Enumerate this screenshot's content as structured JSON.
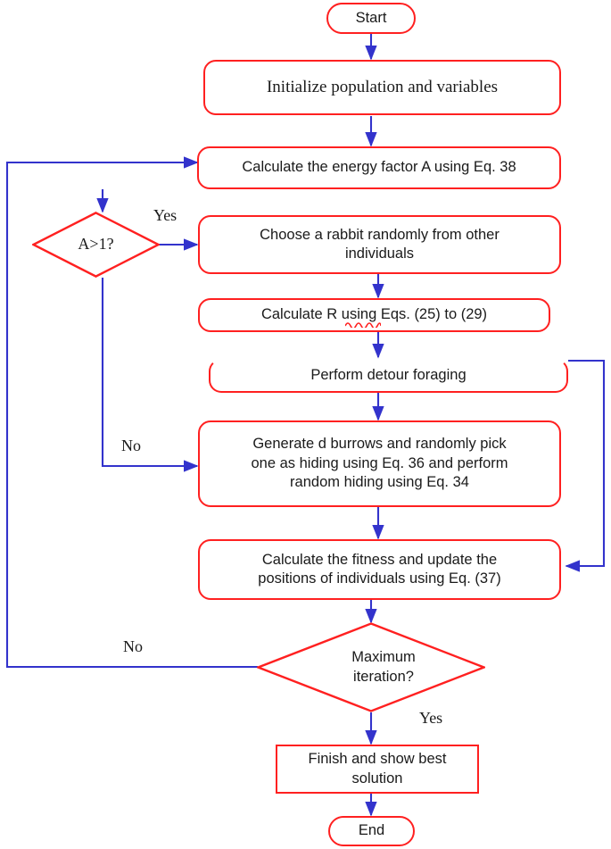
{
  "diagram": {
    "title": "Rabbit optimization algorithm flowchart",
    "type": "flowchart",
    "colors": {
      "node_border": "#ff2020",
      "edge": "#3333cc",
      "text": "#1a1a1a",
      "background": "#ffffff",
      "spellcheck_underline": "#ff2020"
    }
  },
  "nodes": {
    "start": {
      "label": "Start",
      "shape": "terminal"
    },
    "init": {
      "label": "Initialize population and variables",
      "shape": "process"
    },
    "energy": {
      "label": "Calculate the energy factor A using Eq. 38",
      "shape": "process"
    },
    "decision_a": {
      "label": "A>1?",
      "shape": "decision"
    },
    "choose_rabbit": {
      "label": "Choose a rabbit randomly from other\nindividuals",
      "shape": "process"
    },
    "calc_r": {
      "label": "Calculate R using Eqs. (25) to (29)",
      "shape": "process"
    },
    "detour": {
      "label": "Perform detour foraging",
      "shape": "process"
    },
    "burrows": {
      "label": "Generate d burrows and randomly pick\none as hiding using Eq. 36 and perform\nrandom hiding using Eq. 34",
      "shape": "process"
    },
    "fitness": {
      "label": "Calculate the fitness and update the\npositions of individuals using Eq. (37)",
      "shape": "process"
    },
    "decision_max": {
      "label": "Maximum\niteration?",
      "shape": "decision"
    },
    "finish": {
      "label": "Finish and show best\nsolution",
      "shape": "process-sharp"
    },
    "end": {
      "label": "End",
      "shape": "terminal"
    }
  },
  "edge_labels": {
    "yes_a": "Yes",
    "no_a": "No",
    "yes_max": "Yes",
    "no_max": "No"
  }
}
